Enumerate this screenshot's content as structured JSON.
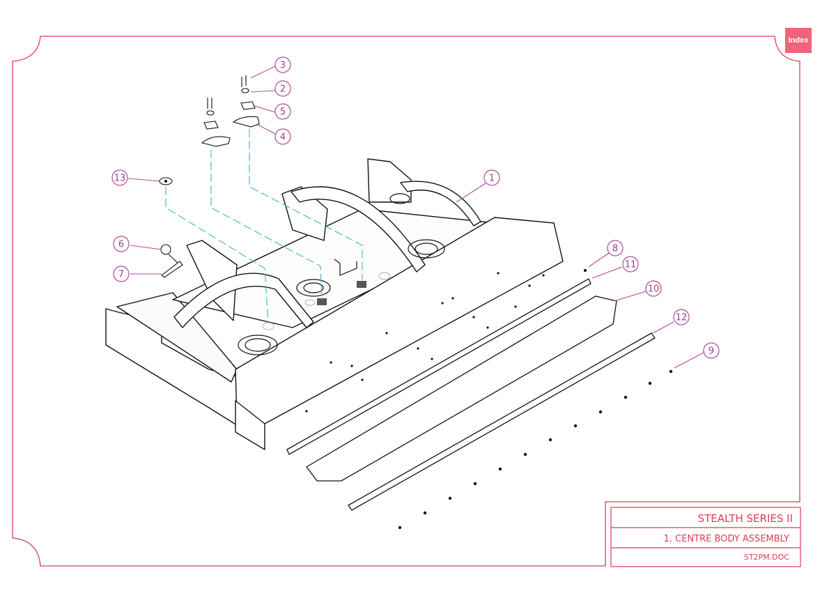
{
  "index_button": {
    "label": "Index"
  },
  "title_block": {
    "series": "STEALTH SERIES II",
    "assembly": "1. CENTRE BODY ASSEMBLY",
    "document": "ST2PM.DOC"
  },
  "callouts": [
    "1",
    "2",
    "3",
    "4",
    "5",
    "6",
    "7",
    "8",
    "9",
    "10",
    "11",
    "12",
    "13"
  ],
  "colors": {
    "border": "#e03a55",
    "callout": "#b34a9e",
    "guide": "#4fb8c8",
    "line": "#111111"
  }
}
